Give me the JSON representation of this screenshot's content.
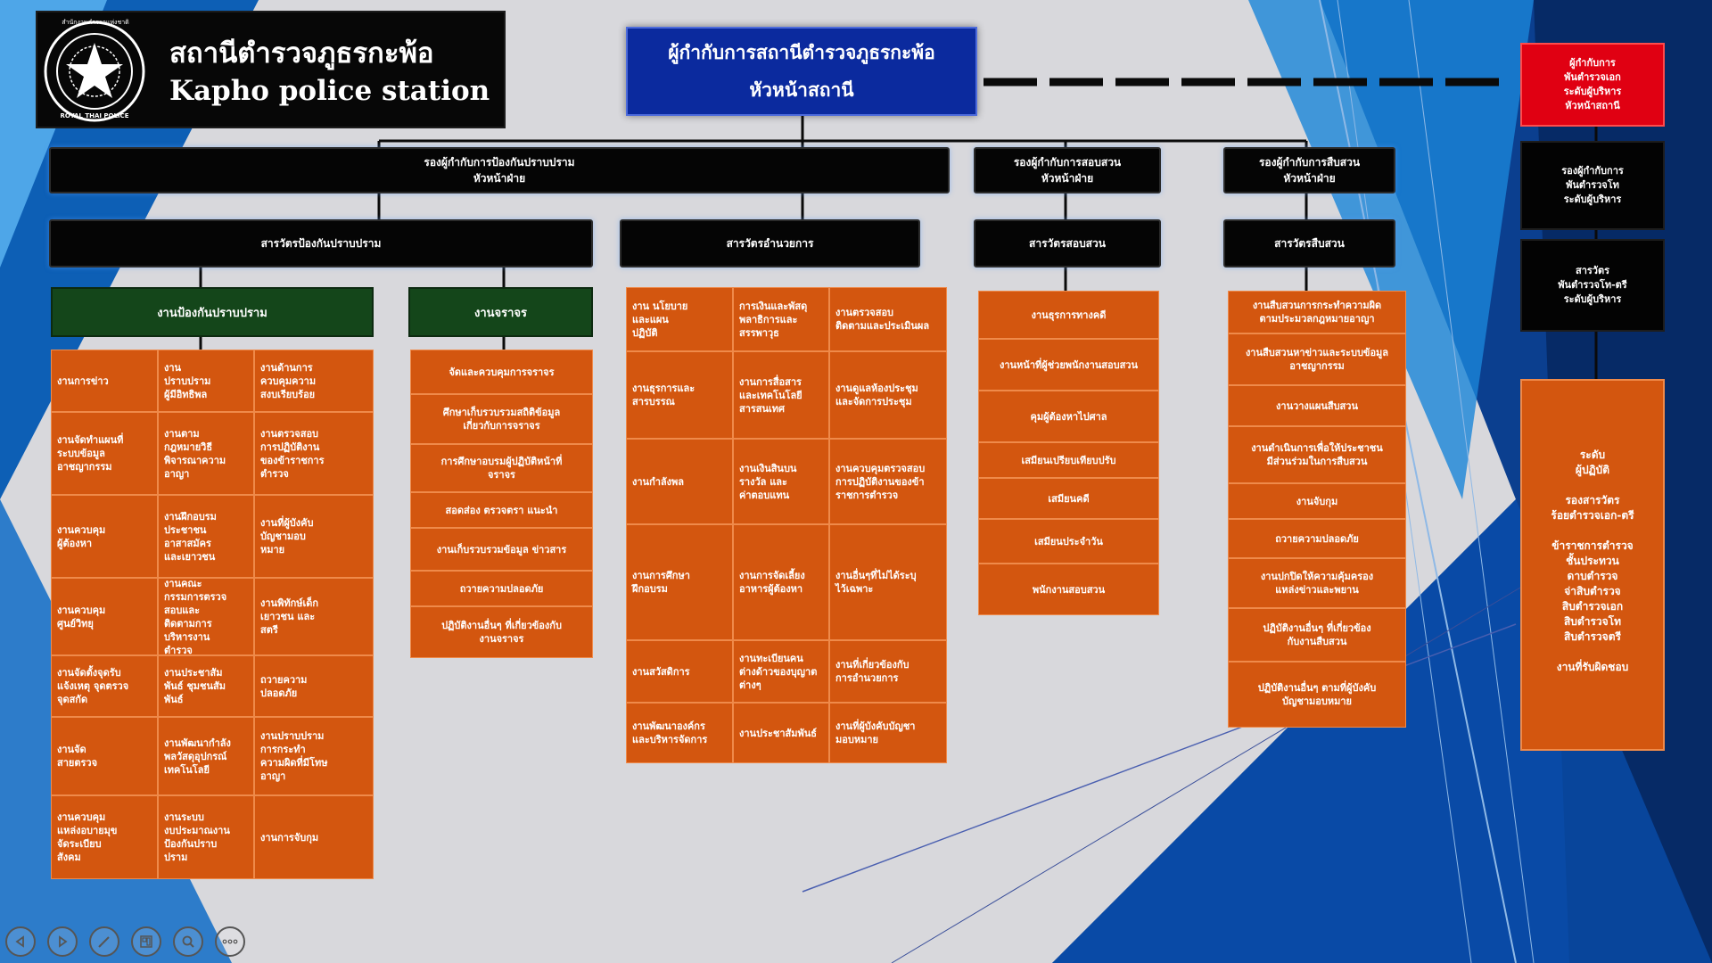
{
  "header": {
    "title_th": "สถานีตำรวจภูธรกะพ้อ",
    "title_en": "Kapho police station",
    "logo_top_text": "สำนักงานตำรวจแห่งชาติ",
    "logo_bottom_text": "ROYAL THAI POLICE"
  },
  "top_box": {
    "line1": "ผู้กำกับการสถานีตำรวจภูธรกะพ้อ",
    "line2": "หัวหน้าสถานี"
  },
  "deputies": [
    {
      "line1": "รองผู้กำกับการป้องกันปราบปราม",
      "line2": "หัวหน้าฝ่าย"
    },
    {
      "line1": "รองผู้กำกับการสอบสวน",
      "line2": "หัวหน้าฝ่าย"
    },
    {
      "line1": "รองผู้กำกับการสืบสวน",
      "line2": "หัวหน้าฝ่าย"
    }
  ],
  "inspectors": {
    "prevention": "สารวัตรป้องกันปราบปราม",
    "admin": "สารวัตรอำนวยการ",
    "investigation": "สารวัตรสอบสวน",
    "detective": "สารวัตรสืบสวน"
  },
  "sub_headers": {
    "prevention_work": "งานป้องกันปราบปราม",
    "traffic_work": "งานจราจร"
  },
  "prevention_grid": [
    [
      "งานการข่าว",
      "งาน\nปราบปราม\nผู้มีอิทธิพล",
      "งานด้านการ\nควบคุมความ\nสงบเรียบร้อย"
    ],
    [
      "งานจัดทำแผนที่\nระบบข้อมูล\nอาชญากรรม",
      "งานตาม\nกฎหมายวิธี\nพิจารณาความ\nอาญา",
      "งานตรวจสอบ\nการปฏิบัติงาน\nของข้าราชการ\nตำรวจ"
    ],
    [
      "งานควบคุม\nผู้ต้องหา",
      "งานฝึกอบรม\nประชาชน\nอาสาสมัคร\nและเยาวชน",
      "งานที่ผู้บังคับ\nบัญชามอบ\nหมาย"
    ],
    [
      "งานควบคุม\nศูนย์วิทยุ",
      "งานคณะ\nกรรมการตรวจ\nสอบและ\nติดตามการ\nบริหารงาน\nตำรวจ",
      "งานพิทักษ์เด็ก\nเยาวชน และ\nสตรี"
    ],
    [
      "งานจัดตั้งจุดรับ\nแจ้งเหตุ จุดตรวจ\nจุดสกัด",
      "งานประชาสัม\nพันธ์ ชุมชนสัม\nพันธ์",
      "ถวายความ\nปลอดภัย"
    ],
    [
      "งานจัด\nสายตรวจ",
      "งานพัฒนากำลัง\nพลวัสดุอุปกรณ์\nเทคโนโลยี",
      "งานปราบปราม\nการกระทำ\nความผิดที่มีโทษ\nอาญา"
    ],
    [
      "งานควบคุม\nแหล่งอบายมุข\nจัดระเบียบ\nสังคม",
      "งานระบบ\nงบประมาณงาน\nป้องกันปราบ\nปราม",
      "งานการจับกุม"
    ]
  ],
  "traffic_items": [
    "จัดและควบคุมการจราจร",
    "ศึกษาเก็บรวบรวมสถิติข้อมูล\nเกี่ยวกับการจราจร",
    "การศึกษาอบรมผู้ปฏิบัติหน้าที่\nจราจร",
    "สอดส่อง ตรวจตรา แนะนำ",
    "งานเก็บรวบรวมข้อมูล ข่าวสาร",
    "ถวายความปลอดภัย",
    "ปฏิบัติงานอื่นๆ ที่เกี่ยวข้องกับ\nงานจราจร"
  ],
  "admin_grid": [
    [
      "งาน นโยบาย\nและแผน\nปฏิบัติ",
      "การเงินและพัสดุ\nพลาธิการและ\nสรรพาวุธ",
      "งานตรวจสอบ\nติดตามและประเมินผล"
    ],
    [
      "งานธุรการและ\nสารบรรณ",
      "งานการสื่อสาร\nและเทคโนโลยี\nสารสนเทศ",
      "งานดูแลห้องประชุม\nและจัดการประชุม"
    ],
    [
      "งานกำลังพล",
      "งานเงินสินบน\nรางวัล และ\nค่าตอบแทน",
      "งานควบคุมตรวจสอบ\nการปฏิบัติงานของข้า\nราชการตำรวจ"
    ],
    [
      "งานการศึกษา\nฝึกอบรม",
      "งานการจัดเลี้ยง\nอาหารผู้ต้องหา",
      "งานอื่นๆที่ไม่ได้ระบุ\nไว้เฉพาะ"
    ],
    [
      "งานสวัสดิการ",
      "งานทะเบียนคน\nต่างด้าวของบุญาต\nต่างๆ",
      "งานที่เกี่ยวข้องกับ\nการอำนวยการ"
    ],
    [
      "งานพัฒนาองค์กร\nและบริหารจัดการ",
      "งานประชาสัมพันธ์",
      "งานที่ผู้บังคับบัญชา\nมอบหมาย"
    ]
  ],
  "investigation_items": [
    "งานธุรการทางคดี",
    "งานหน้าที่ผู้ช่วยพนักงานสอบสวน",
    "คุมผู้ต้องหาไปศาล",
    "เสมียนเปรียบเทียบปรับ",
    "เสมียนคดี",
    "เสมียนประจำวัน",
    "พนักงานสอบสวน"
  ],
  "detective_items": [
    "งานสืบสวนการกระทำความผิด\nตามประมวลกฎหมายอาญา",
    "งานสืบสวนหาข่าวและระบบข้อมูล\nอาชญากรรม",
    "งานวางแผนสืบสวน",
    "งานดำเนินการเพื่อให้ประชาชน\nมีส่วนร่วมในการสืบสวน",
    "งานจับกุม",
    "ถวายความปลอดภัย",
    "งานปกปิดให้ความคุ้มครอง\nแหล่งข่าวและพยาน",
    "ปฏิบัติงานอื่นๆ ที่เกี่ยวข้อง\nกับงานสืบสวน",
    "ปฏิบัติงานอื่นๆ ตามที่ผู้บังคับ\nบัญชามอบหมาย"
  ],
  "right_panel": {
    "red": "ผู้กำกับการ\nพันตำรวจเอก\nระดับผู้บริหาร\nหัวหน้าสถานี",
    "black1": "รองผู้กำกับการ\nพันตำรวจโท\nระดับผู้บริหาร",
    "black2": "สารวัตร\nพันตำรวจโท-ตรี\nระดับผู้บริหาร",
    "orange": "ระดับ\nผู้ปฏิบัติ\n\nรองสารวัตร\nร้อยตำรวจเอก-ตรี\n\nข้าราชการตำรวจ\nชั้นประทวน\nดาบตำรวจ\nจ่าสิบตำรวจ\nสิบตำรวจเอก\nสิบตำรวจโท\nสิบตำรวจตรี\n\nงานที่รับผิดชอบ"
  },
  "toolbar_icons": [
    "previous-icon",
    "next-icon",
    "pen-icon",
    "slides-icon",
    "zoom-icon",
    "more-icon"
  ],
  "colors": {
    "orange": "#d3560f",
    "dark_green": "#14461a",
    "top_blue": "#0b2a9e",
    "red": "#e00012",
    "black": "#050505"
  }
}
